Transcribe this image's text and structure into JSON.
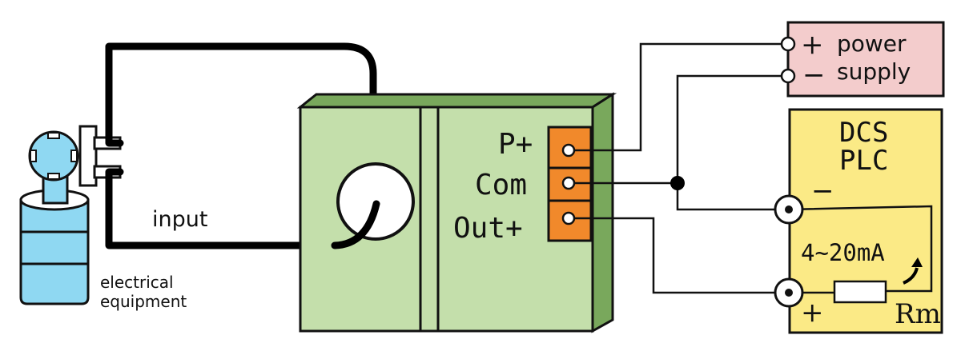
{
  "diagram": {
    "input_label": "input",
    "equipment_label_line1": "electrical",
    "equipment_label_line2": "equipment",
    "terminals": {
      "p_plus": "P+",
      "com": "Com",
      "out_plus": "Out+"
    },
    "power_supply": {
      "plus_sign": "+",
      "minus_sign": "−",
      "label_line1": "power",
      "label_line2": "supply"
    },
    "dcs": {
      "line1": "DCS",
      "line2": "PLC",
      "minus_sign": "−",
      "plus_sign": "+",
      "current_range": "4~20mA",
      "resistor_label": "Rm"
    },
    "colors": {
      "module_green": "#c4dfab",
      "module_dark_green": "#79a85c",
      "terminal_orange": "#f1892b",
      "power_pink": "#f3cccc",
      "dcs_yellow": "#fbea86",
      "equipment_blue": "#8fd8f2"
    }
  }
}
